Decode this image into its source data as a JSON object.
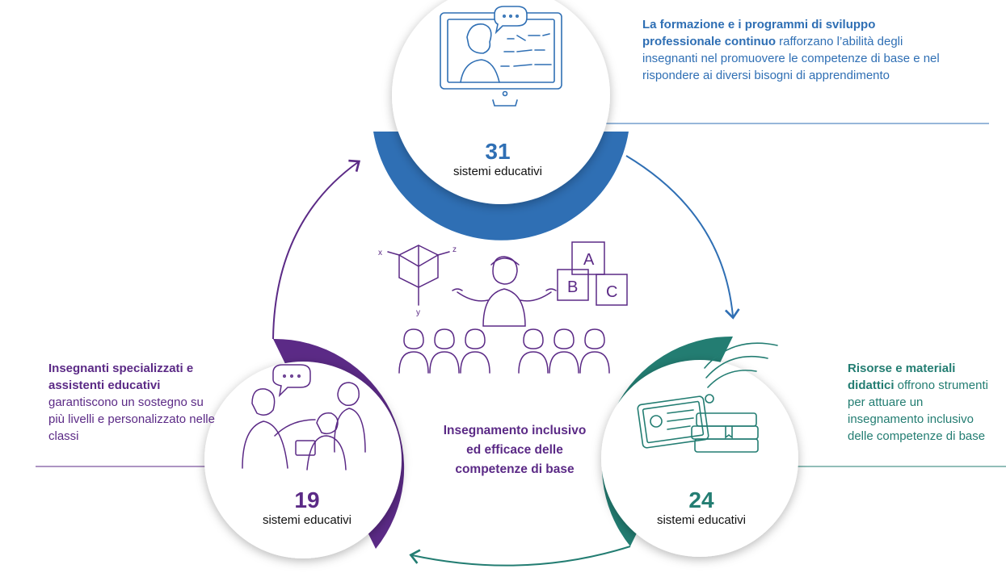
{
  "nodes": {
    "top": {
      "heading": "La formazione e i programmi di sviluppo professionale continuo",
      "text": " rafforzano l’abilità degli insegnanti nel promuovere le competenze di base e nel rispondere ai diversi bisogni di apprendimento",
      "count": "31",
      "count_label": "sistemi educativi",
      "color": "#2f6fb4",
      "icon": "computer-monitor-teacher-icon"
    },
    "left": {
      "heading": "Insegnanti specializzati e assistenti educativi",
      "text": " garantiscono un sostegno su più livelli e personalizzato nelle classi",
      "count": "19",
      "count_label": "sistemi educativi",
      "color": "#5b2a86",
      "icon": "assistants-and-students-icon"
    },
    "right": {
      "heading": "Risorse e materiali didattici",
      "text": " offrono strumenti per attuare un insegnamento inclusivo delle competenze di base",
      "count": "24",
      "count_label": "sistemi educativi",
      "color": "#237d72",
      "icon": "tablet-and-books-icon"
    }
  },
  "center": {
    "text": "Insegnamento inclusivo ed efficace delle competenze di base",
    "color": "#5b2a86",
    "icon": "teacher-classroom-icon",
    "cube_labels": {
      "x": "x",
      "y": "y",
      "z": "z"
    },
    "block_letters": [
      "A",
      "B",
      "C"
    ]
  }
}
